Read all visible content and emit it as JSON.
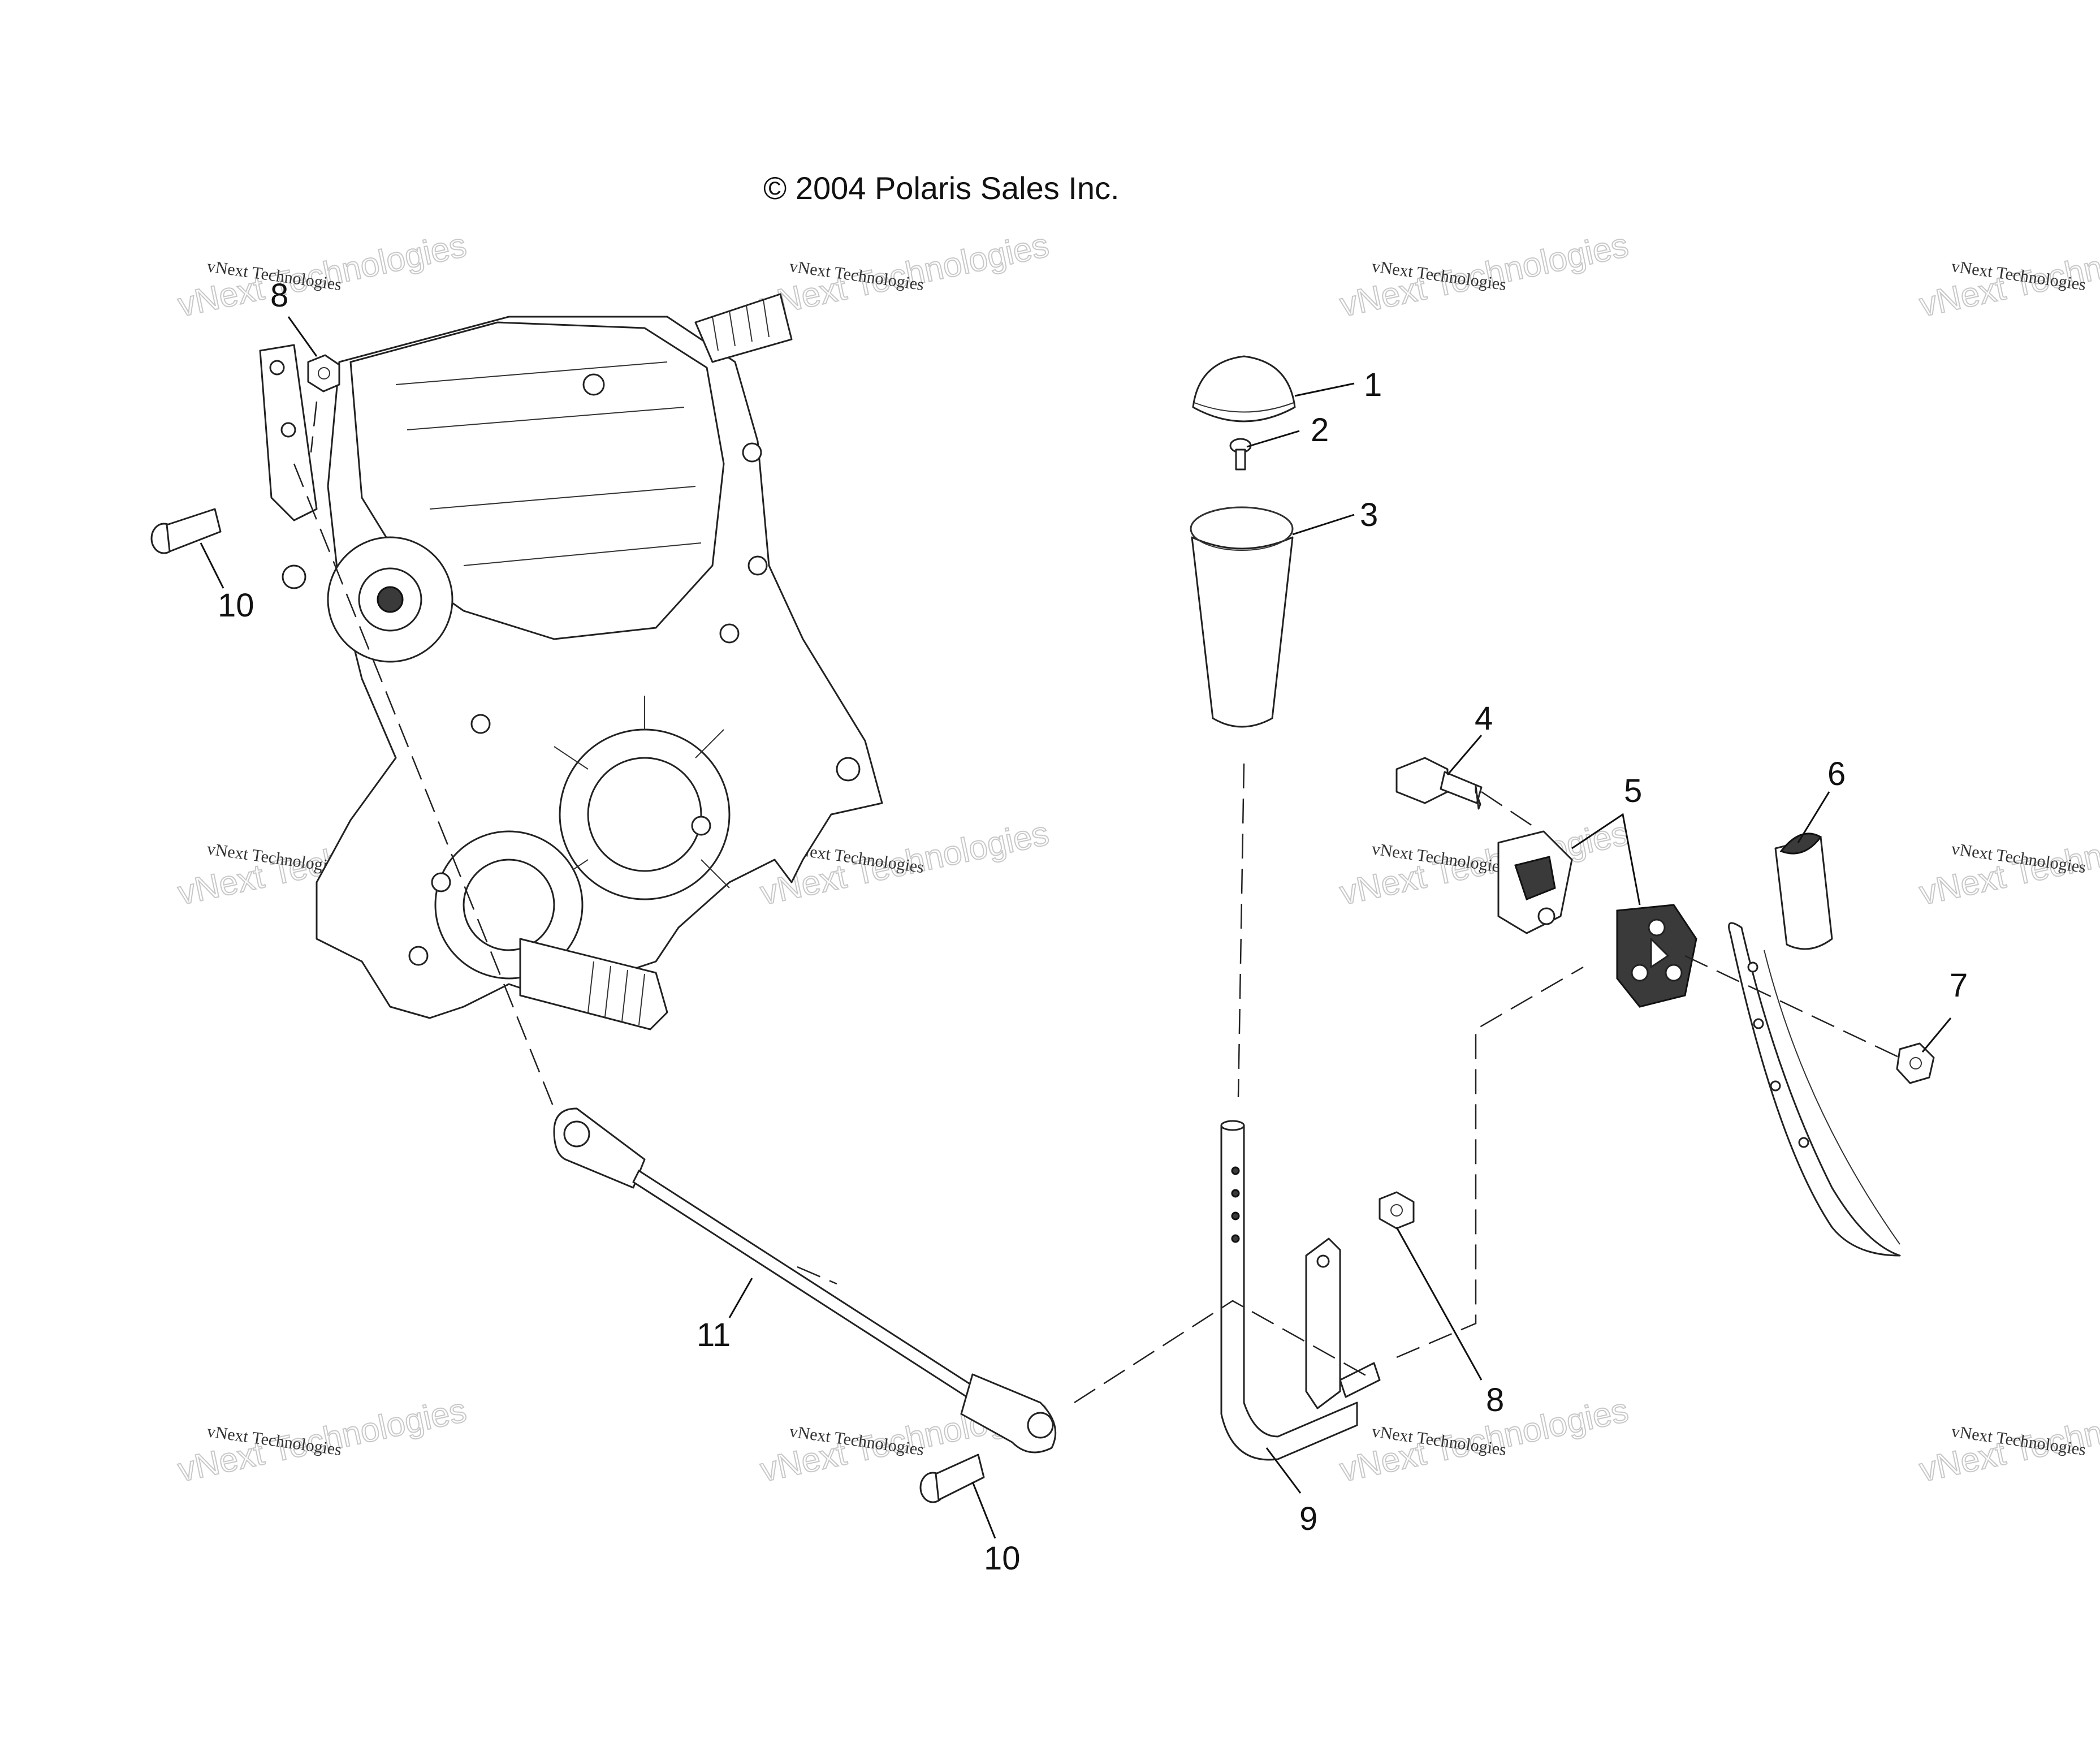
{
  "copyright": "© 2004 Polaris Sales Inc.",
  "watermark": {
    "small": "vNext Technologies",
    "large": "vNext Technologies"
  },
  "callouts": [
    {
      "id": "c1",
      "label": "1"
    },
    {
      "id": "c2",
      "label": "2"
    },
    {
      "id": "c3",
      "label": "3"
    },
    {
      "id": "c4",
      "label": "4"
    },
    {
      "id": "c5",
      "label": "5"
    },
    {
      "id": "c6",
      "label": "6"
    },
    {
      "id": "c7",
      "label": "7"
    },
    {
      "id": "c8a",
      "label": "8"
    },
    {
      "id": "c8b",
      "label": "8"
    },
    {
      "id": "c9",
      "label": "9"
    },
    {
      "id": "c10a",
      "label": "10"
    },
    {
      "id": "c10b",
      "label": "10"
    },
    {
      "id": "c11",
      "label": "11"
    }
  ],
  "colors": {
    "line": "#222222",
    "background": "#ffffff"
  }
}
